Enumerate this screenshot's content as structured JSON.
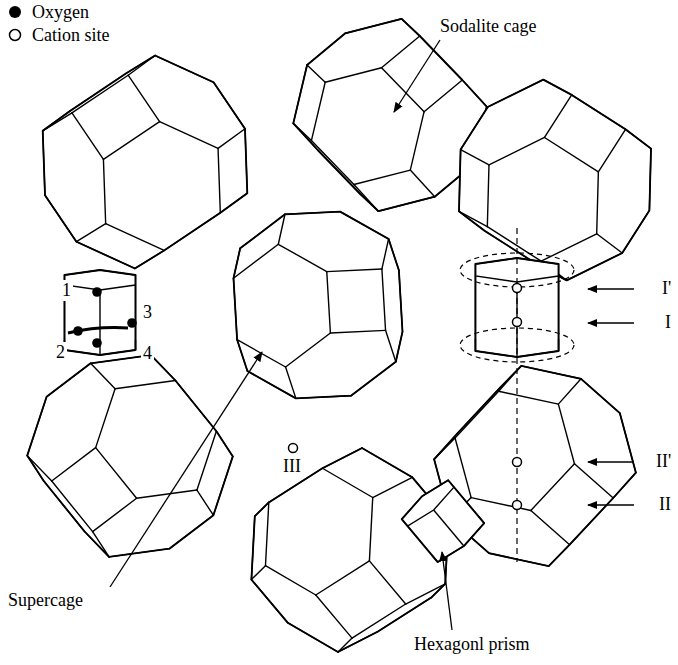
{
  "diagram": {
    "labels": [
      "Sodalite cage",
      "1",
      "3",
      "2",
      "4",
      "I'",
      "I",
      "III",
      "II'",
      "II",
      "Supercage",
      "Hexagonl prism"
    ],
    "legend": [
      {
        "text": "Oxygen"
      },
      {
        "text": "Cation site"
      }
    ]
  }
}
